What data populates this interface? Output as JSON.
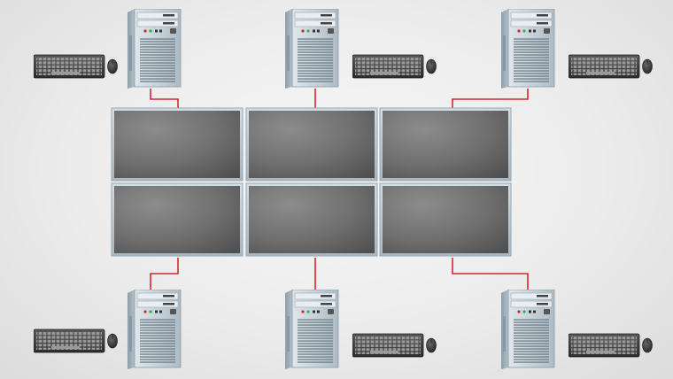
{
  "colors": {
    "background": "#e6e6e6",
    "connection_line": "#d7262b",
    "monitor_bezel": "#b9c6cf",
    "monitor_screen": "#777777",
    "tower_body": "#c3ced6",
    "keyboard": "#3a3a3a"
  },
  "video_wall": {
    "rows": 2,
    "columns": 3,
    "screens": [
      {
        "id": "screen-r1-c1",
        "icon": "monitor-icon"
      },
      {
        "id": "screen-r1-c2",
        "icon": "monitor-icon"
      },
      {
        "id": "screen-r1-c3",
        "icon": "monitor-icon"
      },
      {
        "id": "screen-r2-c1",
        "icon": "monitor-icon"
      },
      {
        "id": "screen-r2-c2",
        "icon": "monitor-icon"
      },
      {
        "id": "screen-r2-c3",
        "icon": "monitor-icon"
      }
    ]
  },
  "workstations": [
    {
      "id": "top-left",
      "icons": [
        "computer-tower-icon",
        "keyboard-icon",
        "mouse-icon"
      ],
      "connects_to": "screen-r1-c1"
    },
    {
      "id": "top-center",
      "icons": [
        "computer-tower-icon",
        "keyboard-icon",
        "mouse-icon"
      ],
      "connects_to": "screen-r1-c2"
    },
    {
      "id": "top-right",
      "icons": [
        "computer-tower-icon",
        "keyboard-icon",
        "mouse-icon"
      ],
      "connects_to": "screen-r1-c3"
    },
    {
      "id": "bottom-left",
      "icons": [
        "computer-tower-icon",
        "keyboard-icon",
        "mouse-icon"
      ],
      "connects_to": "screen-r2-c1"
    },
    {
      "id": "bottom-center",
      "icons": [
        "computer-tower-icon",
        "keyboard-icon",
        "mouse-icon"
      ],
      "connects_to": "screen-r2-c2"
    },
    {
      "id": "bottom-right",
      "icons": [
        "computer-tower-icon",
        "keyboard-icon",
        "mouse-icon"
      ],
      "connects_to": "screen-r2-c3"
    }
  ]
}
